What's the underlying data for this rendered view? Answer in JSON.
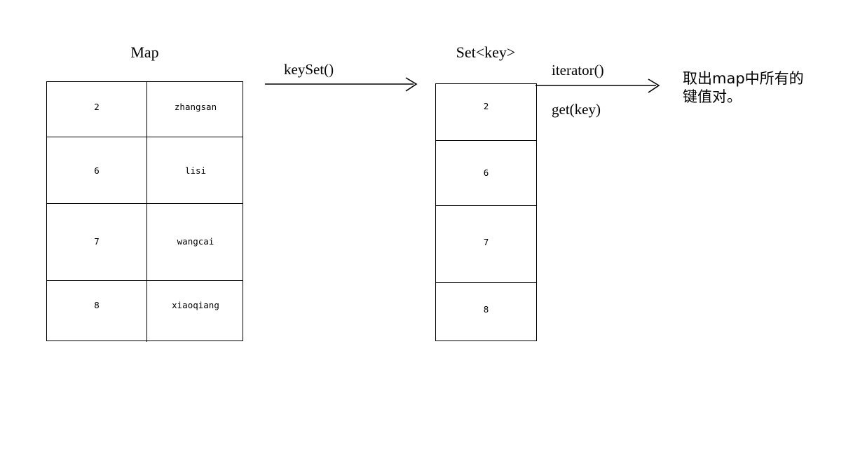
{
  "diagram": {
    "map": {
      "title": "Map",
      "rows": [
        {
          "key": "2",
          "value": "zhangsan"
        },
        {
          "key": "6",
          "value": "lisi"
        },
        {
          "key": "7",
          "value": "wangcai"
        },
        {
          "key": "8",
          "value": "xiaoqiang"
        }
      ]
    },
    "set": {
      "title": "Set<key>",
      "rows": [
        {
          "key": "2"
        },
        {
          "key": "6"
        },
        {
          "key": "7"
        },
        {
          "key": "8"
        }
      ]
    },
    "arrows": [
      {
        "name": "keyset-arrow",
        "label_top": "keySet()",
        "label_bottom": ""
      },
      {
        "name": "iterator-arrow",
        "label_top": "iterator()",
        "label_bottom": "get(key)"
      }
    ],
    "note": "取出map中所有的键值对。",
    "colors": {
      "stroke": "#000000",
      "background": "#ffffff"
    }
  }
}
